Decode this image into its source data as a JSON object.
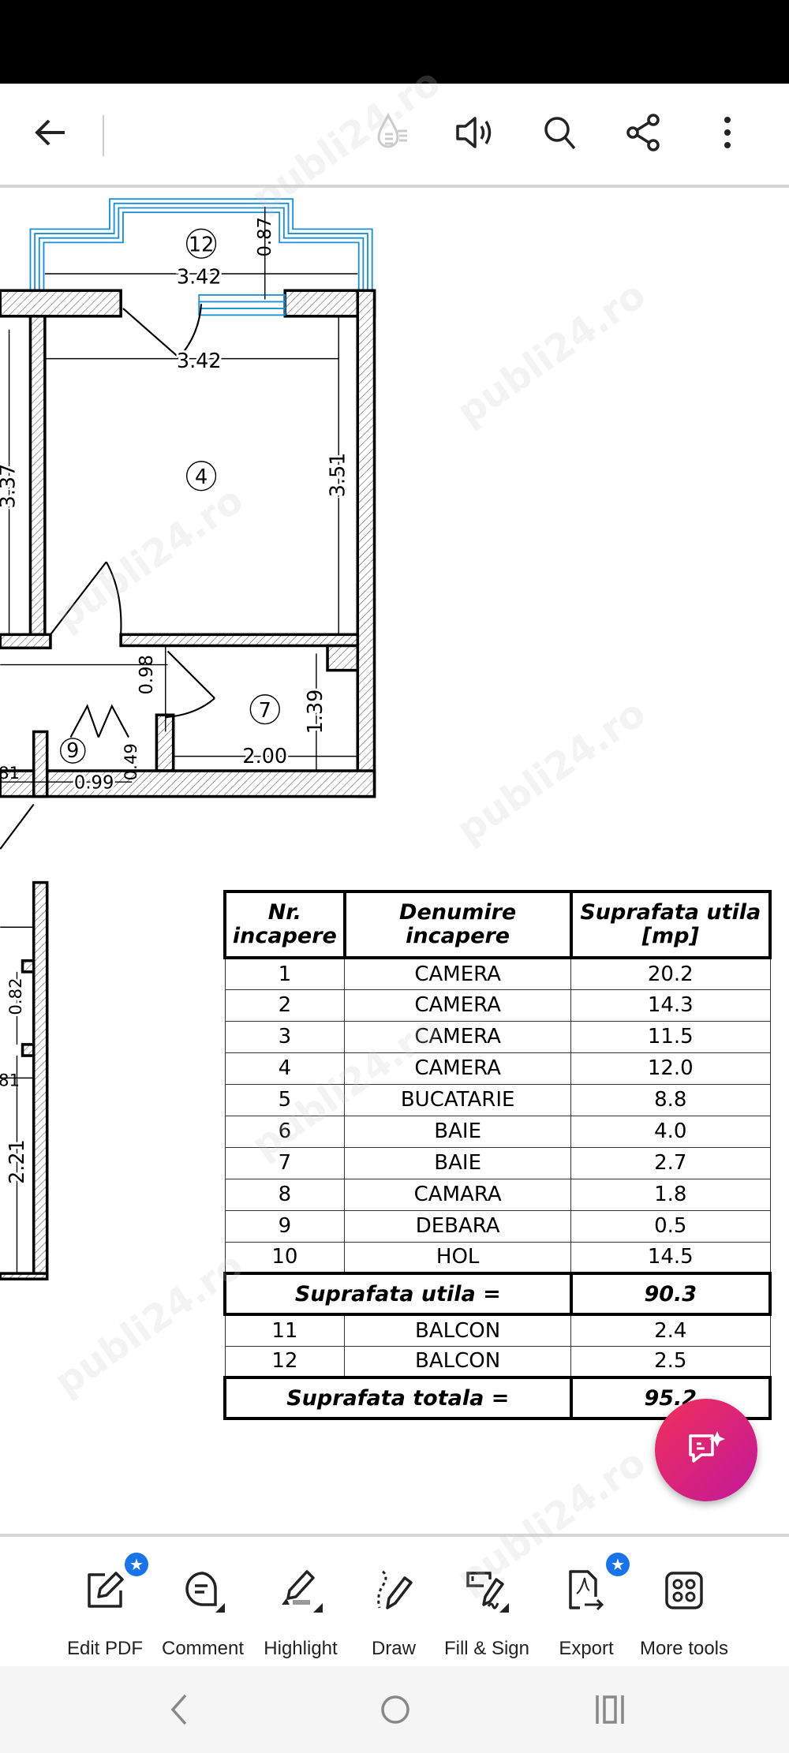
{
  "toolbar": {
    "icons": [
      "back-arrow-icon",
      "liquid-mode-icon",
      "read-aloud-icon",
      "search-icon",
      "share-icon",
      "more-options-icon"
    ]
  },
  "floorplan": {
    "room_labels": [
      "12",
      "4",
      "7",
      "9"
    ],
    "dimensions": {
      "balcony_width": "3.42",
      "balcony_depth": "0.87",
      "room4_width": "3.42",
      "room4_length": "3.51",
      "left_room_length": "3.37",
      "hall_width": "0.98",
      "room7_depth": "1.39",
      "room7_width": "2.00",
      "room9_width": "0.99",
      "room9_depth": "0.49",
      "partial_left": "81",
      "partial_left_lower": "81",
      "lower_width": "0.82",
      "lower_length": "2.21"
    },
    "balcony_color": "#1a8fd6"
  },
  "table": {
    "headers": [
      "Nr. incapere",
      "Denumire incapere",
      "Suprafata utila [mp]"
    ],
    "rows": [
      {
        "nr": "1",
        "name": "CAMERA",
        "area": "20.2"
      },
      {
        "nr": "2",
        "name": "CAMERA",
        "area": "14.3"
      },
      {
        "nr": "3",
        "name": "CAMERA",
        "area": "11.5"
      },
      {
        "nr": "4",
        "name": "CAMERA",
        "area": "12.0"
      },
      {
        "nr": "5",
        "name": "BUCATARIE",
        "area": "8.8"
      },
      {
        "nr": "6",
        "name": "BAIE",
        "area": "4.0"
      },
      {
        "nr": "7",
        "name": "BAIE",
        "area": "2.7"
      },
      {
        "nr": "8",
        "name": "CAMARA",
        "area": "1.8"
      },
      {
        "nr": "9",
        "name": "DEBARA",
        "area": "0.5"
      },
      {
        "nr": "10",
        "name": "HOL",
        "area": "14.5"
      }
    ],
    "subtotal": {
      "label": "Suprafata utila =",
      "value": "90.3"
    },
    "balconies": [
      {
        "nr": "11",
        "name": "BALCON",
        "area": "2.4"
      },
      {
        "nr": "12",
        "name": "BALCON",
        "area": "2.5"
      }
    ],
    "total": {
      "label": "Suprafata totala =",
      "value": "95.2"
    }
  },
  "fab": {
    "icon": "ai-assistant-icon",
    "colors": [
      "#f0305a",
      "#c2189a"
    ]
  },
  "tools": [
    {
      "label": "Edit PDF",
      "icon": "edit-pdf-icon",
      "badge": true
    },
    {
      "label": "Comment",
      "icon": "comment-icon",
      "badge": false
    },
    {
      "label": "Highlight",
      "icon": "highlight-icon",
      "badge": false
    },
    {
      "label": "Draw",
      "icon": "draw-icon",
      "badge": false
    },
    {
      "label": "Fill & Sign",
      "icon": "fill-sign-icon",
      "badge": false
    },
    {
      "label": "Export",
      "icon": "export-pdf-icon",
      "badge": true
    },
    {
      "label": "More tools",
      "icon": "more-tools-icon",
      "badge": false
    }
  ],
  "badge_color": "#1a73e8",
  "nav": {
    "icons": [
      "nav-back-icon",
      "nav-home-icon",
      "nav-recents-icon"
    ]
  },
  "watermark": "publi24.ro"
}
